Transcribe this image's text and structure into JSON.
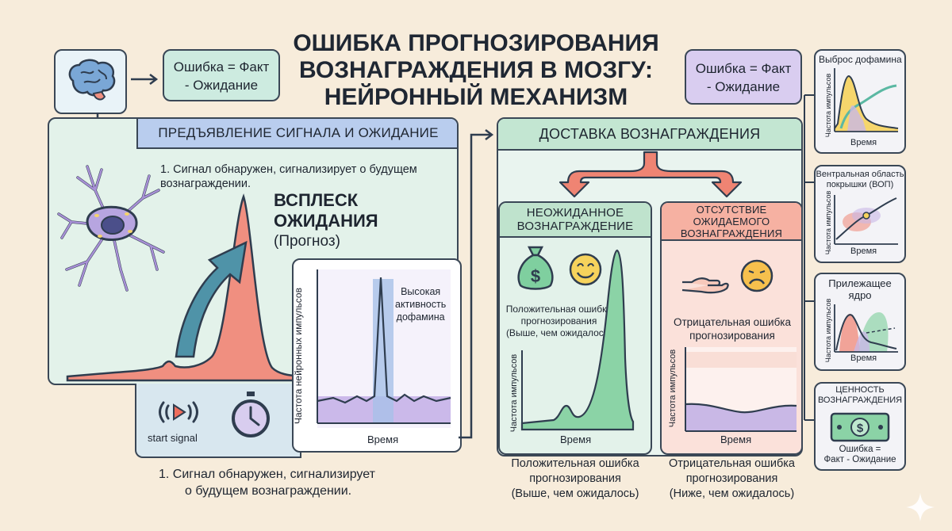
{
  "title": {
    "line1": "ОШИБКА ПРОГНОЗИРОВАНИЯ",
    "line2": "ВОЗНАГРАЖДЕНИЯ В МОЗГУ:",
    "line3": "НЕЙРОННЫЙ МЕХАНИЗМ"
  },
  "formula_left": {
    "line1": "Ошибка = Факт",
    "line2": "- Ожидание"
  },
  "formula_right": {
    "line1": "Ошибка = Факт",
    "line2": "- Ожидание"
  },
  "left_section": {
    "header": "ПРЕДЪЯВЛЕНИЕ СИГНАЛА И ОЖИДАНИЕ",
    "step_text_line1": "1. Сигнал обнаружен, сигнализирует о будущем",
    "step_text_line2": "вознаграждении.",
    "burst_line1": "ВСПЛЕСК",
    "burst_line2": "ОЖИДАНИЯ",
    "burst_sub": "(Прогноз)",
    "start_signal": "start signal",
    "graph": {
      "ylabel": "Частота нейронных импульсов",
      "xlabel": "Время",
      "annot1": "Высокая",
      "annot2": "активность",
      "annot3": "дофамина"
    },
    "bottom_caption_line1": "1. Сигнал обнаружен, сигнализирует",
    "bottom_caption_line2": "о будущем вознаграждении."
  },
  "delivery": {
    "header": "ДОСТАВКА ВОЗНАГРАЖДЕНИЯ",
    "unexpected": {
      "header_line1": "НЕОЖИДАННОЕ",
      "header_line2": "ВОЗНАГРАЖДЕНИЕ",
      "desc_line1": "Положительная ошибка",
      "desc_line2": "прогнозирования",
      "desc_line3": "(Выше, чем ожидалось)",
      "ylabel": "Частота импульсов",
      "xlabel": "Время",
      "caption_line1": "Положительная ошибка",
      "caption_line2": "прогнозирования",
      "caption_line3": "(Выше, чем ожидалось)"
    },
    "absence": {
      "header_line1": "ОТСУТСТВИЕ",
      "header_line2": "ОЖИДАЕМОГО",
      "header_line3": "ВОЗНАГРАЖДЕНИЯ",
      "desc_line1": "Отрицательная ошибка",
      "desc_line2": "прогнозирования",
      "ylabel": "Частота импульсов",
      "xlabel": "Время",
      "caption_line1": "Отрицательная ошибка",
      "caption_line2": "прогнозирования",
      "caption_line3": "(Ниже, чем ожидалось)"
    }
  },
  "sidebar": [
    {
      "title": "Выброс дофамина",
      "ylabel": "Частота импульсов",
      "xlabel": "Время"
    },
    {
      "title_line1": "Вентральная область",
      "title_line2": "покрышки (ВОП)",
      "ylabel": "Частота импульсов",
      "xlabel": "Время"
    },
    {
      "title_line1": "Прилежащее",
      "title_line2": "ядро",
      "ylabel": "Частота импульсов",
      "xlabel": "Время"
    },
    {
      "title_line1": "ЦЕННОСТЬ",
      "title_line2": "ВОЗНАГРАЖДЕНИЯ",
      "formula_line1": "Ошибка =",
      "formula_line2": "Факт - Ожидание"
    }
  ],
  "colors": {
    "background": "#f7ecdb",
    "blue_header": "#b9cdee",
    "green_panel": "#e3f2ea",
    "green_header": "#bfe3cd",
    "red_panel": "#fbe1da",
    "red_header": "#f6b1a2",
    "spike_red": "#f08f80",
    "purple": "#c9b8e6",
    "arrow_red": "#ef8473",
    "teal": "#5bb8a3"
  },
  "icons": [
    "brain-icon",
    "neuron-icon",
    "arrow-up-icon",
    "play-signal-icon",
    "stopwatch-icon",
    "money-bag-icon",
    "smiley-icon",
    "hand-icon",
    "sad-face-icon",
    "banknote-icon",
    "sparkle-icon"
  ]
}
